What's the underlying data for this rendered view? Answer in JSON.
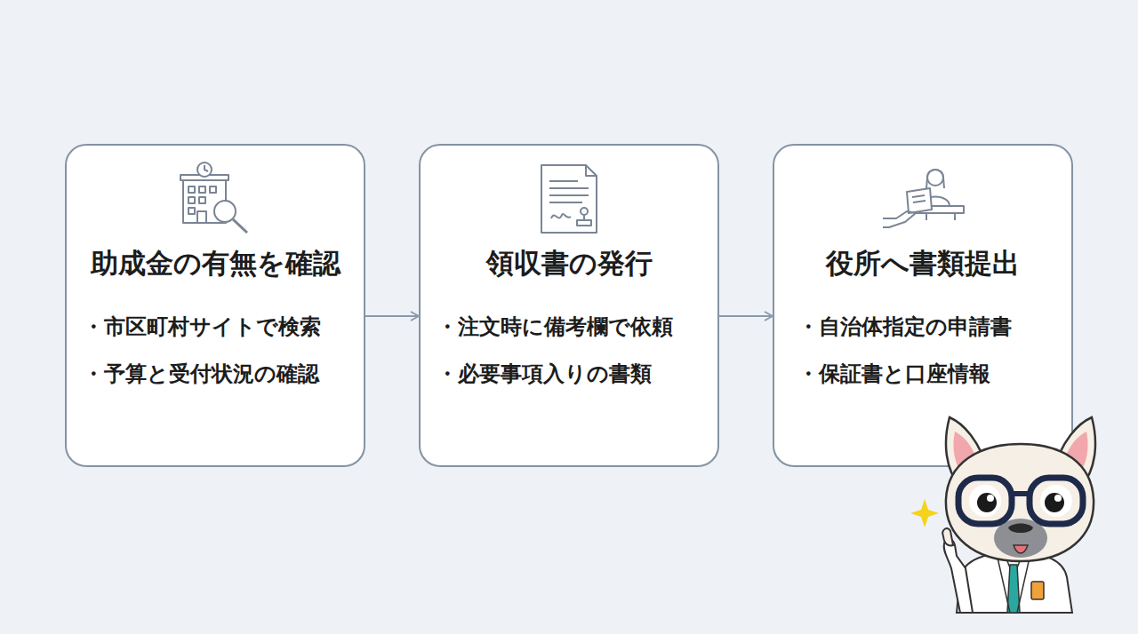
{
  "diagram": {
    "nodes": [
      {
        "text": [
          "助成金の有無を確認",
          "・市区町村サイトで検索",
          "・予算と受付状況の確認"
        ]
      },
      {
        "text": [
          "領収書の発行",
          "・注文時に備考欄で依頼",
          "・必要事項入りの書類"
        ]
      },
      {
        "text": [
          "役所へ書類提出",
          "・自治体指定の申請書",
          "・保証書と口座情報"
        ]
      }
    ],
    "edges": [
      {
        "from": 0,
        "to": 1,
        "arrow": "to"
      },
      {
        "from": 1,
        "to": 2,
        "arrow": "to"
      }
    ]
  }
}
